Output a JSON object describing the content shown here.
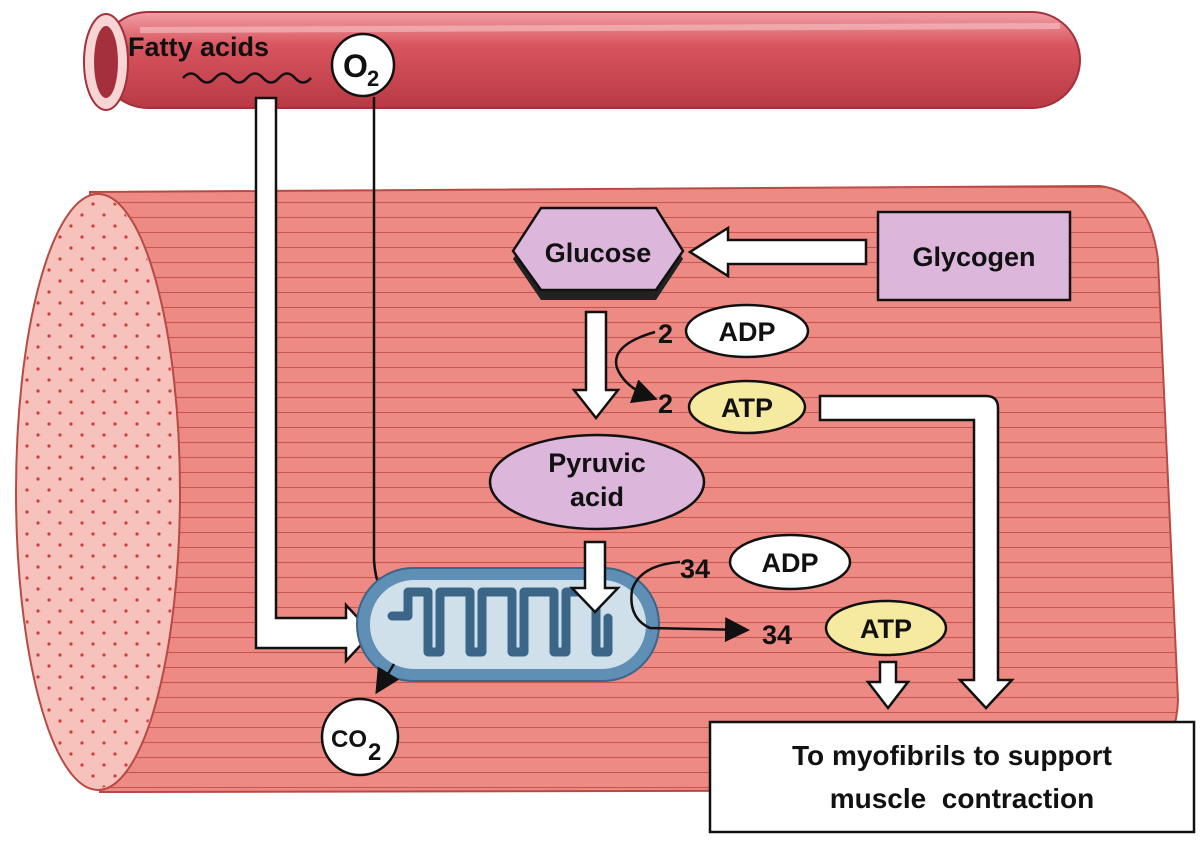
{
  "labels": {
    "fatty_acids": "Fatty acids",
    "o2_main": "O",
    "o2_sub": "2",
    "glucose": "Glucose",
    "glycogen": "Glycogen",
    "adp_count_glycolysis": "2",
    "adp_glycolysis": "ADP",
    "atp_count_glycolysis": "2",
    "atp_glycolysis": "ATP",
    "pyruvic_line1": "Pyruvic",
    "pyruvic_line2": "acid",
    "adp_count_mito": "34",
    "adp_mito": "ADP",
    "atp_count_mito": "34",
    "atp_mito": "ATP",
    "co2_main": "CO",
    "co2_sub": "2",
    "output_line1": "To myofibrils to support",
    "output_line2": "muscle  contraction"
  },
  "colors": {
    "vessel": "#d9545e",
    "muscle": "#ee8a84",
    "muscle_stripe": "#c9564e",
    "muscle_end": "#f6c2bb",
    "dots": "#d23b3b",
    "lilac": "#dcb7db",
    "atp_yellow": "#f5eaa0",
    "mito_outer": "#5f8fb5",
    "mito_inner": "#cfe0ea"
  }
}
